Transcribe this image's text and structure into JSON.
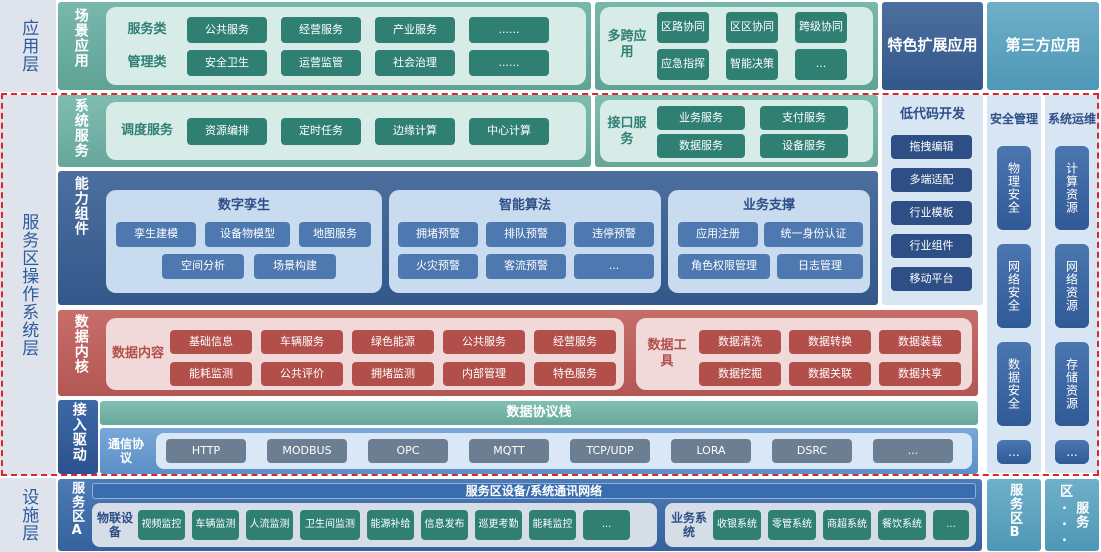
{
  "layers": {
    "app": "应用层",
    "service": "服务区操作系统层",
    "infra": "设施层"
  },
  "scene": {
    "title": "场景应用",
    "rows": [
      {
        "label": "服务类",
        "items": [
          "公共服务",
          "经营服务",
          "产业服务",
          "......"
        ]
      },
      {
        "label": "管理类",
        "items": [
          "安全卫生",
          "运营监管",
          "社会治理",
          "......"
        ]
      }
    ],
    "cross_label": "多跨应用",
    "cross_items": [
      "区路协同",
      "区区协同",
      "跨级协同",
      "应急指挥",
      "智能决策",
      "..."
    ]
  },
  "special_ext": "特色扩展应用",
  "third_party": "第三方应用",
  "system_service": {
    "title": "系统服务",
    "dispatch_label": "调度服务",
    "dispatch_items": [
      "资源编排",
      "定时任务",
      "边缘计算",
      "中心计算"
    ],
    "interface_label": "接口服务",
    "interface_items": [
      "业务服务",
      "支付服务",
      "数据服务",
      "设备服务"
    ]
  },
  "lowcode": {
    "title": "低代码开发",
    "items": [
      "拖拽编辑",
      "多端适配",
      "行业模板",
      "行业组件",
      "移动平台"
    ]
  },
  "security": {
    "title": "安全管理",
    "items": [
      "物理安全",
      "网络安全",
      "数据安全",
      "..."
    ]
  },
  "ops": {
    "title": "系统运维",
    "items": [
      "计算资源",
      "网络资源",
      "存储资源",
      "..."
    ]
  },
  "capability": {
    "title": "能力组件",
    "groups": [
      {
        "title": "数字孪生",
        "items": [
          "孪生建模",
          "设备物模型",
          "地图服务",
          "空间分析",
          "场景构建"
        ]
      },
      {
        "title": "智能算法",
        "items": [
          "拥堵预警",
          "排队预警",
          "违停预警",
          "火灾预警",
          "客流预警",
          "..."
        ]
      },
      {
        "title": "业务支撑",
        "items": [
          "应用注册",
          "统一身份认证",
          "角色权限管理",
          "日志管理"
        ]
      }
    ]
  },
  "data_core": {
    "title": "数据内核",
    "content_label": "数据内容",
    "content_items": [
      "基础信息",
      "车辆服务",
      "绿色能源",
      "公共服务",
      "经营服务",
      "能耗监测",
      "公共评价",
      "拥堵监测",
      "内部管理",
      "特色服务"
    ],
    "tools_label": "数据工具",
    "tools_items": [
      "数据清洗",
      "数据转换",
      "数据装载",
      "数据挖掘",
      "数据关联",
      "数据共享"
    ]
  },
  "access": {
    "title": "接入驱动",
    "stack": "数据协议栈",
    "comm_label": "通信协议",
    "protocols": [
      "HTTP",
      "MODBUS",
      "OPC",
      "MQTT",
      "TCP/UDP",
      "LORA",
      "DSRC",
      "..."
    ]
  },
  "infra": {
    "zone_a": "服务区A",
    "network": "服务区设备/系统通讯网络",
    "iot_label": "物联设备",
    "iot_items": [
      "视频监控",
      "车辆监测",
      "人流监测",
      "卫生间监测",
      "能源补给",
      "信息发布",
      "巡更考勤",
      "能耗监控",
      "..."
    ],
    "biz_label": "业务系统",
    "biz_items": [
      "收银系统",
      "零管系统",
      "商超系统",
      "餐饮系统",
      "..."
    ],
    "zone_b": "服务区B",
    "zone_more": "服务区..."
  }
}
